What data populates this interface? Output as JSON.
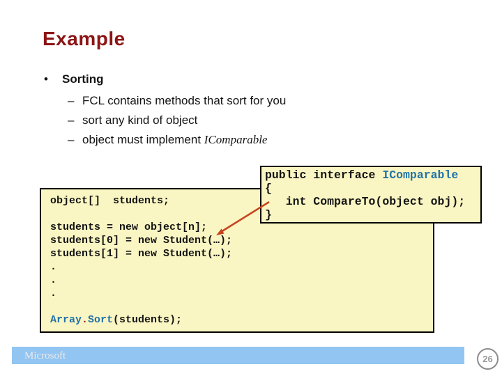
{
  "title": "Example",
  "bullets": {
    "marker_level1": "•",
    "marker_level2": "–",
    "level1_label": "Sorting",
    "items": [
      {
        "text": "FCL contains methods that sort for you"
      },
      {
        "text": "sort any kind of object"
      },
      {
        "text": "object must implement ",
        "italic": "IComparable"
      }
    ]
  },
  "code_left": {
    "lines": [
      [
        {
          "t": "object[]  students;"
        }
      ],
      [],
      [
        {
          "t": "students = new object[n];"
        }
      ],
      [
        {
          "t": "students[0] = new Student(…);"
        }
      ],
      [
        {
          "t": "students[1] = new Student(…);"
        }
      ],
      [
        {
          "t": "."
        }
      ],
      [
        {
          "t": "."
        }
      ],
      [
        {
          "t": "."
        }
      ],
      [],
      [
        {
          "t": "Array",
          "c": "blue"
        },
        {
          "t": ".",
          "c": "red"
        },
        {
          "t": "Sort",
          "c": "blue"
        },
        {
          "t": "(students);"
        }
      ]
    ]
  },
  "code_right": {
    "lines": [
      [
        {
          "t": "public interface "
        },
        {
          "t": "IComparable",
          "c": "blue"
        }
      ],
      [
        {
          "t": "{"
        }
      ],
      [
        {
          "t": "   int CompareTo(object obj);"
        }
      ],
      [
        {
          "t": "}"
        }
      ]
    ]
  },
  "footer": {
    "brand": "Microsoft",
    "page_number": "26"
  },
  "colors": {
    "title_maroon": "#8C1515",
    "text_black": "#141414",
    "box_bg": "#FAF6C3",
    "box_border": "#000000",
    "keyword_blue": "#2273A8",
    "dot_red": "#8B2010",
    "arrow_red": "#C8431F",
    "footer_bar_blue": "#92C5F2",
    "brand_text": "#EAEAEA",
    "page_circle_gray": "#8C8C8C",
    "page_text_gray": "#9A9A9A"
  }
}
